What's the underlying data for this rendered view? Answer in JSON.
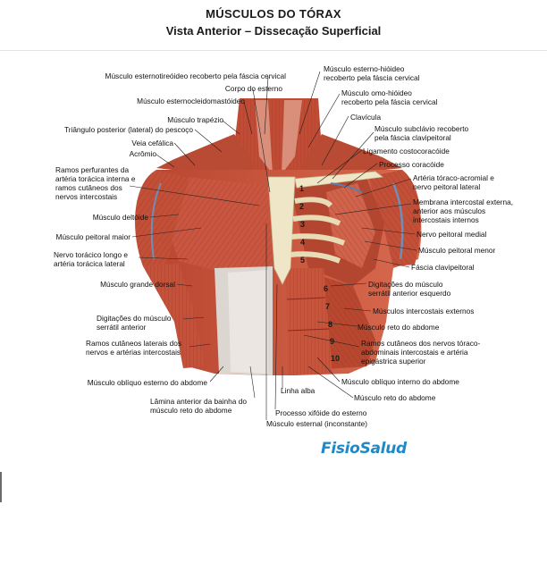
{
  "header": {
    "title": "MÚSCULOS DO TÓRAX",
    "subtitle": "Vista Anterior – Dissecação Superficial"
  },
  "brand": "FisioSalud",
  "left_labels": [
    "Músculo esternotireóideo recoberto pela fáscia cervical",
    "Corpo do esterno",
    "Músculo esternocleidomastóideo",
    "Músculo trapézio",
    "Triângulo posterior (lateral) do pescoço",
    "Veia cefálica",
    "Acrômio",
    "Ramos perfurantes da",
    "artéria torácica interna e",
    "ramos cutâneos dos",
    "nervos intercostais",
    "Músculo deltóide",
    "Músculo peitoral maior",
    "Nervo torácico longo e",
    "artéria torácica lateral",
    "Músculo grande dorsal",
    "Digitações do músculo",
    "serrátil anterior",
    "Ramos cutâneos laterais dos",
    "nervos e artérias intercostais",
    "Músculo oblíquo esterno do abdome",
    "Lâmina anterior da bainha do",
    "músculo reto do abdome"
  ],
  "bottom_labels": [
    "Linha alba",
    "Processo xifóide do esterno",
    "Músculo esternal (inconstante)"
  ],
  "right_labels": [
    "Músculo esterno-hióideo",
    "recoberto pela fáscia cervical",
    "Músculo omo-hióideo",
    "recoberto pela fáscia cervical",
    "Clavícula",
    "Músculo subclávio recoberto",
    "pela fáscia clavipeitoral",
    "Ligamento costocoracóide",
    "Processo coracóide",
    "Artéria tóraco-acromial e",
    "nervo peitoral lateral",
    "Membrana intercostal externa,",
    "anterior aos músculos",
    "intercostais internos",
    "Nervo peitoral medial",
    "Músculo peitoral menor",
    "Fáscia clavipeitoral",
    "Digitações do músculo",
    "serrátil anterior esquerdo",
    "Músculos intercostais externos",
    "Músculo reto do abdome",
    "Ramos cutâneos dos nervos tóraco-",
    "abdominais intercostais e artéria",
    "epigástrica superior",
    "Músculo oblíquo interno do abdome",
    "Músculo reto do abdome"
  ],
  "rib_numbers": [
    "1",
    "2",
    "3",
    "4",
    "5",
    "6",
    "7",
    "8",
    "9",
    "10"
  ],
  "colors": {
    "muscle": "#c9513a",
    "muscle_dark": "#9e3324",
    "muscle_light": "#e0856c",
    "fascia": "#e9e2dc",
    "bone": "#efe6c8",
    "vessel": "#6e8fb8",
    "brand": "#1e88c8"
  }
}
